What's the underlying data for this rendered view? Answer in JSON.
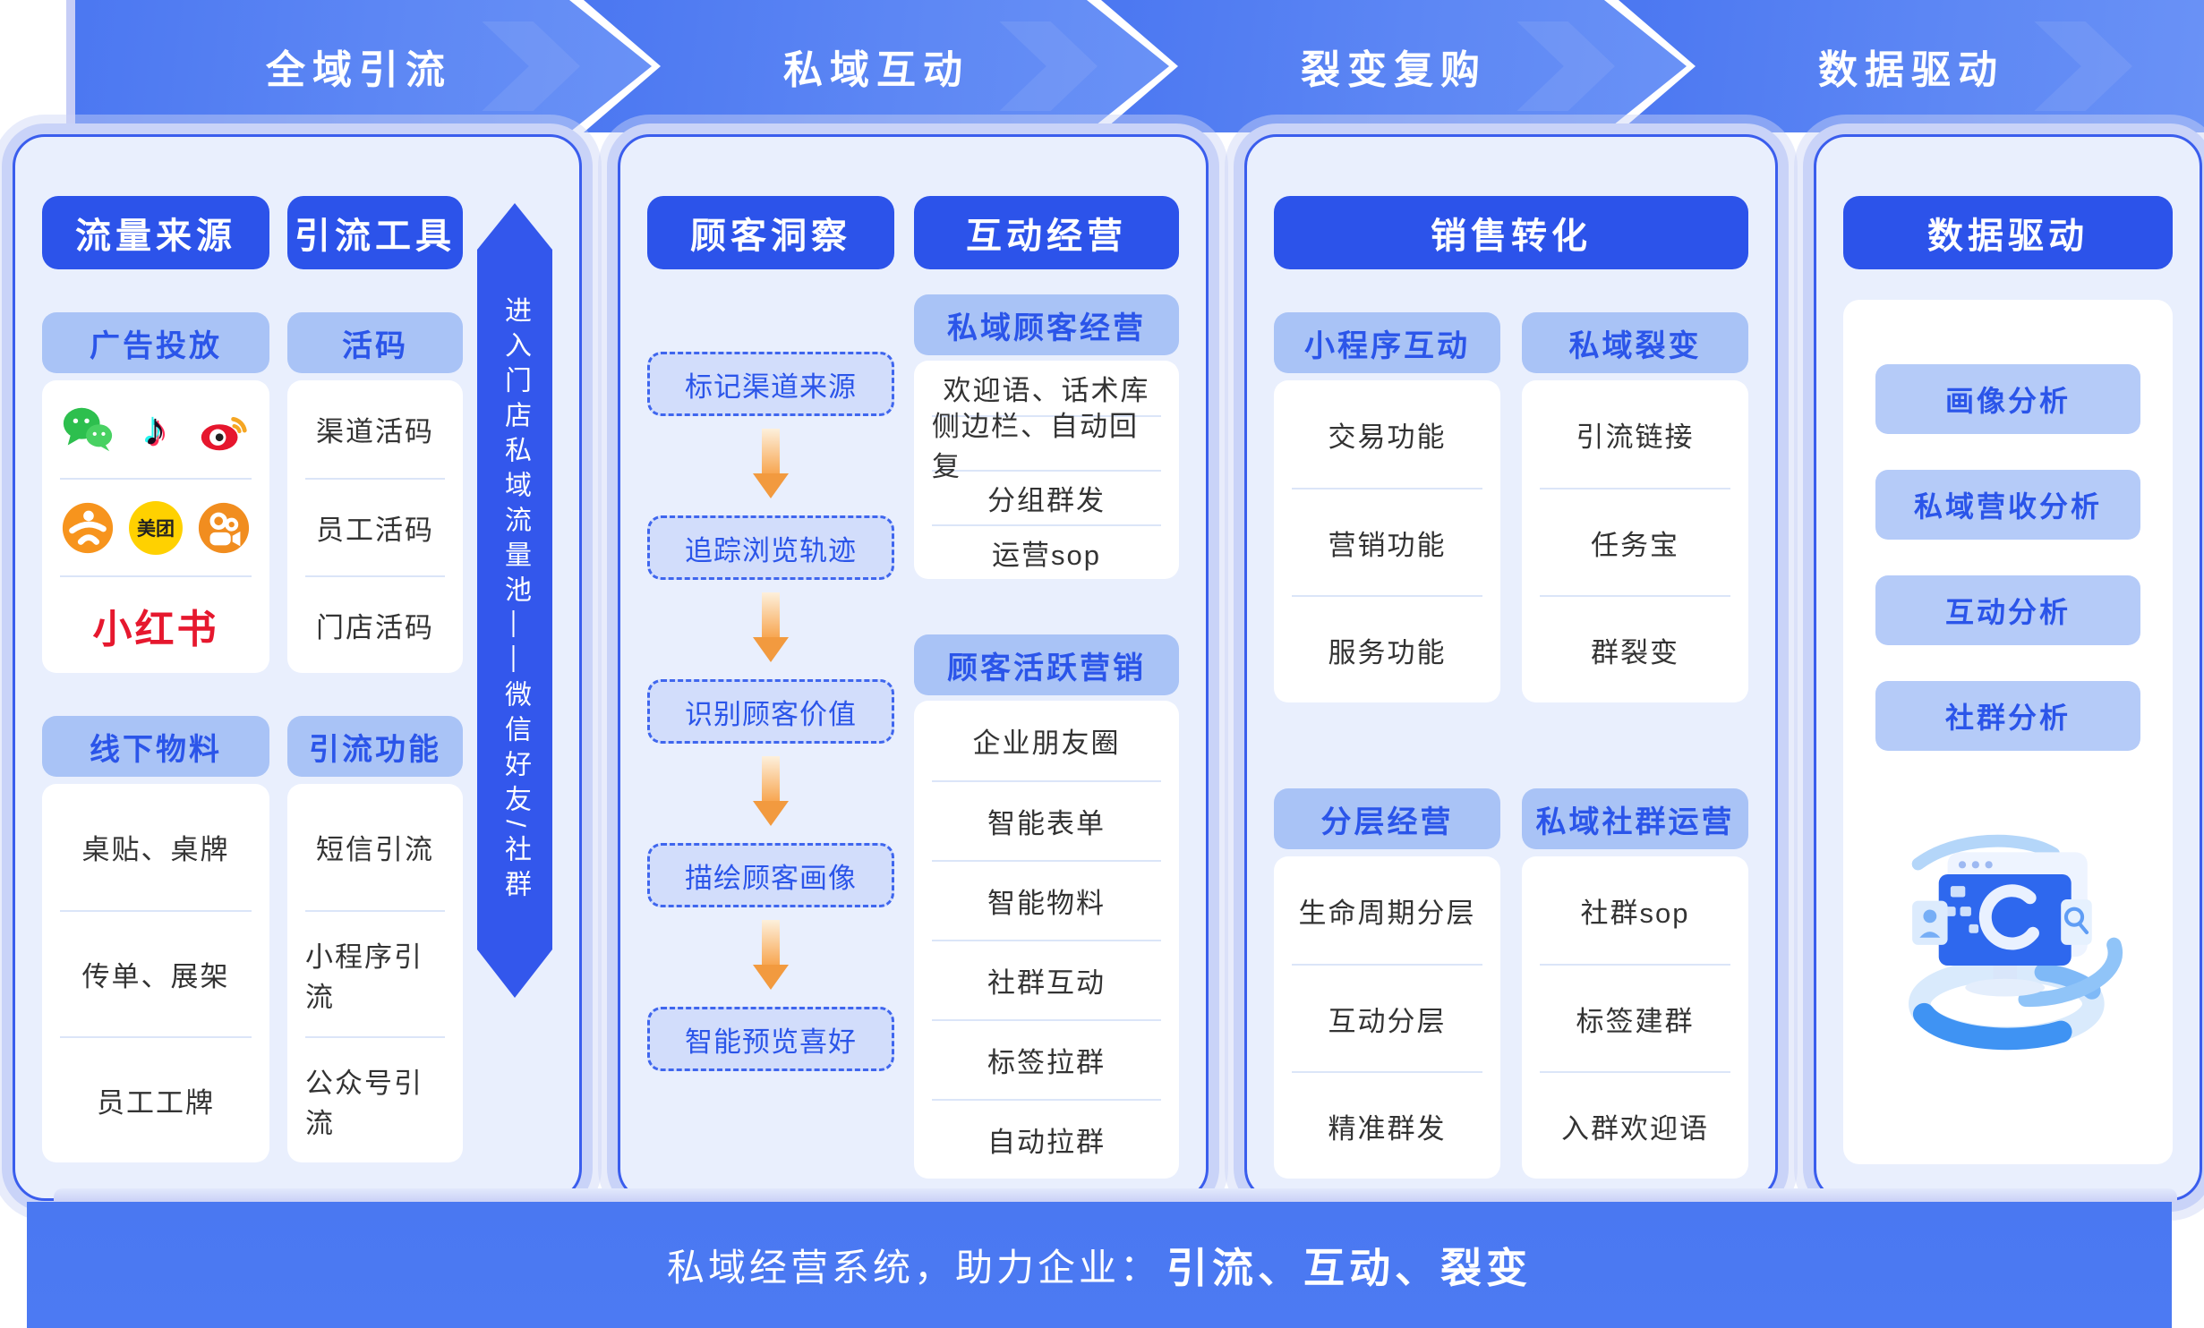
{
  "stages": [
    "全域引流",
    "私域互动",
    "裂变复购",
    "数据驱动"
  ],
  "col1": {
    "headers": [
      "流量来源",
      "引流工具"
    ],
    "ads": {
      "title": "广告投放",
      "logos": [
        "wechat",
        "douyin",
        "weibo",
        "dianping",
        "meituan",
        "kuaishou",
        "xiaohongshu"
      ],
      "meituan_label": "美团",
      "xiaohongshu_label": "小红书"
    },
    "huoma": {
      "title": "活码",
      "items": [
        "渠道活码",
        "员工活码",
        "门店活码"
      ]
    },
    "offline": {
      "title": "线下物料",
      "items": [
        "桌贴、桌牌",
        "传单、展架",
        "员工工牌"
      ]
    },
    "features": {
      "title": "引流功能",
      "items": [
        "短信引流",
        "小程序引流",
        "公众号引流"
      ]
    },
    "ribbon": "进入门店私域流量池——微信好友/社群"
  },
  "col2": {
    "headers": [
      "顾客洞察",
      "互动经营"
    ],
    "flow": [
      "标记渠道来源",
      "追踪浏览轨迹",
      "识别顾客价值",
      "描绘顾客画像",
      "智能预览喜好"
    ],
    "groups": [
      {
        "title": "私域顾客经营",
        "items": [
          "欢迎语、话术库",
          "侧边栏、自动回复",
          "分组群发",
          "运营sop"
        ]
      },
      {
        "title": "顾客活跃营销",
        "items": [
          "企业朋友圈",
          "智能表单",
          "智能物料",
          "社群互动",
          "标签拉群",
          "自动拉群"
        ]
      }
    ]
  },
  "col3": {
    "header": "销售转化",
    "groups": [
      {
        "title": "小程序互动",
        "items": [
          "交易功能",
          "营销功能",
          "服务功能"
        ]
      },
      {
        "title": "私域裂变",
        "items": [
          "引流链接",
          "任务宝",
          "群裂变"
        ]
      },
      {
        "title": "分层经营",
        "items": [
          "生命周期分层",
          "互动分层",
          "精准群发"
        ]
      },
      {
        "title": "私域社群运营",
        "items": [
          "社群sop",
          "标签建群",
          "入群欢迎语"
        ]
      }
    ]
  },
  "col4": {
    "header": "数据驱动",
    "items": [
      "画像分析",
      "私域营收分析",
      "互动分析",
      "社群分析"
    ]
  },
  "footer": {
    "prefix": "私域经营系统，助力企业：",
    "highlight": "引流、互动、裂变"
  },
  "colors": {
    "accent_dark_blue": "#2c53ea",
    "arrow_banner_blue": "#4b77f1",
    "light_chip_blue": "#a9c3f6",
    "panel_fill": "#e9effd",
    "panel_border": "#3a5ded",
    "panel_ring": "#c9d3f8",
    "flow_dashed_border": "#3f66ee",
    "flow_fill": "#d2ddfb",
    "orange_arrow": "#f29a3f",
    "footer_blue": "#4a78f1",
    "xiaohongshu_red": "#e6182e",
    "meituan_yellow": "#ffd100",
    "text_dark": "#333333"
  }
}
